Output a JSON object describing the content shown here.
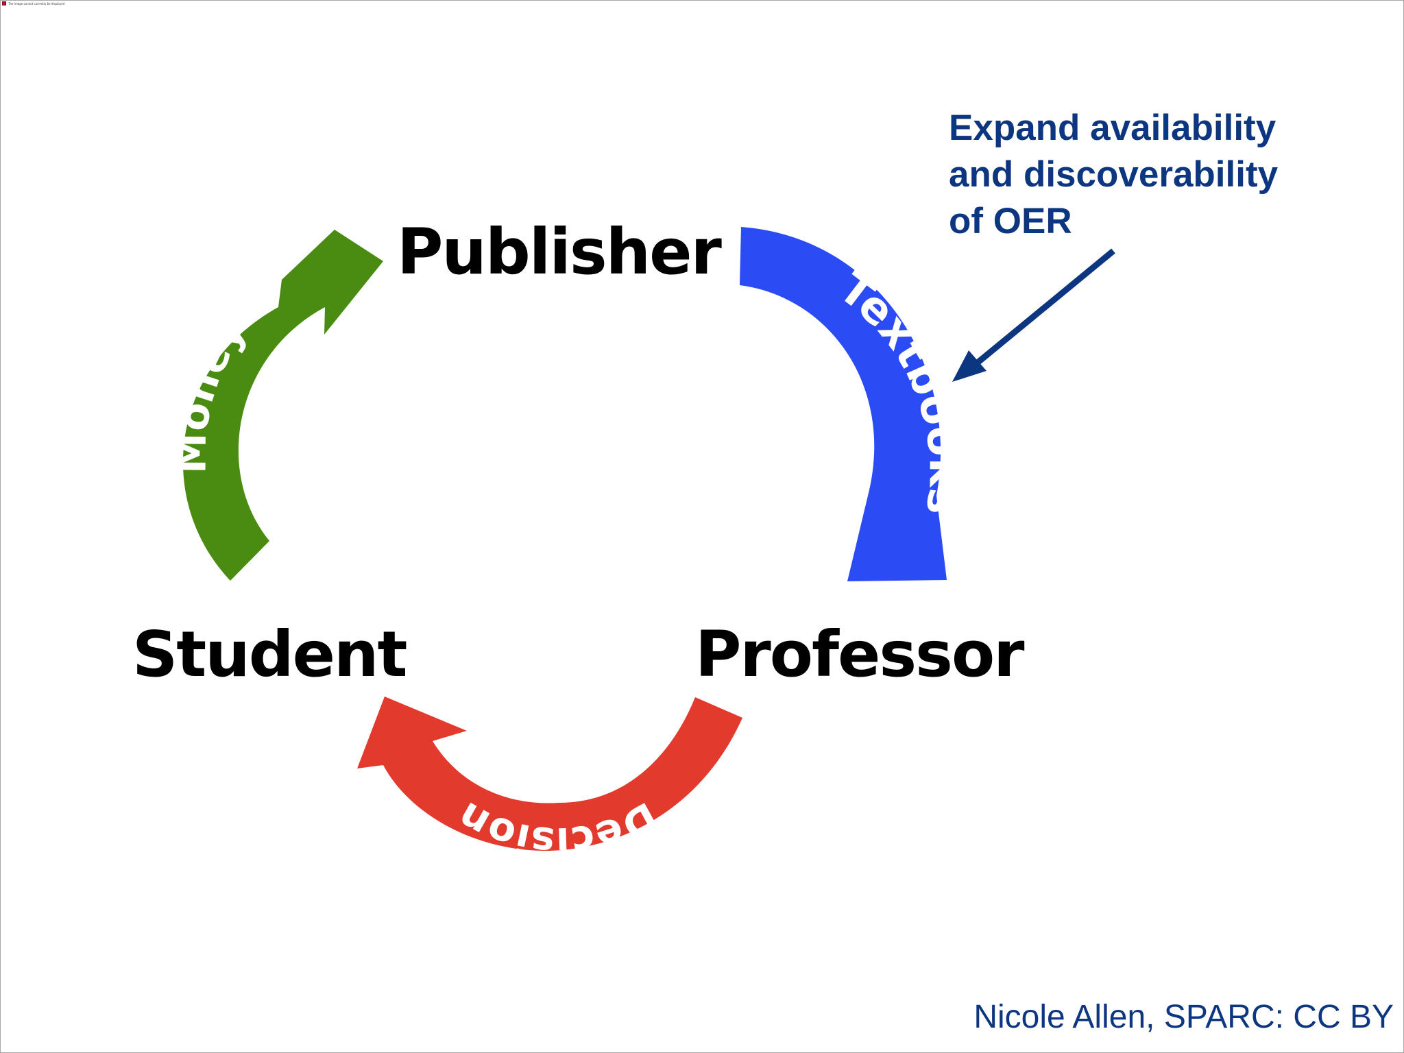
{
  "status_text": "The image cannot currently be displayed",
  "nodes": {
    "publisher": "Publisher",
    "student": "Student",
    "professor": "Professor"
  },
  "arrows": {
    "money": {
      "label": "Money",
      "color": "#4a8c12"
    },
    "textbooks": {
      "label": "Textbooks",
      "color": "#2b4bf5"
    },
    "decision": {
      "label": "Decision",
      "color": "#e23b2e"
    }
  },
  "callout": {
    "lines": [
      "Expand availability",
      "and discoverability",
      "of OER"
    ],
    "color": "#0d3680"
  },
  "credit": "Nicole Allen, SPARC: CC BY"
}
